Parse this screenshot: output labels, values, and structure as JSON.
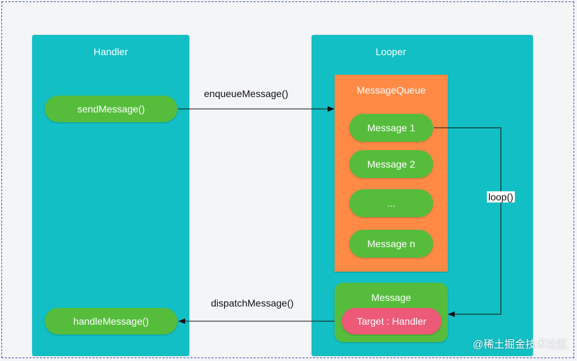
{
  "handler": {
    "title": "Handler",
    "send_label": "sendMessage()",
    "handle_label": "handleMessage()"
  },
  "looper": {
    "title": "Looper",
    "queue": {
      "title": "MessageQueue",
      "messages": [
        "Message 1",
        "Message 2",
        "...",
        "Message n"
      ]
    },
    "message_box": {
      "title": "Message",
      "target_label": "Target : Handler"
    }
  },
  "arrows": {
    "enqueue_label": "enqueueMessage()",
    "dispatch_label": "dispatchMessage()",
    "loop_label": "loop()"
  },
  "watermark": "@稀土掘金技术社区",
  "colors": {
    "panel": "#12bfc4",
    "pill_green": "#56bd3c",
    "queue_orange": "#ff8a45",
    "target_pink": "#ec5a78"
  }
}
